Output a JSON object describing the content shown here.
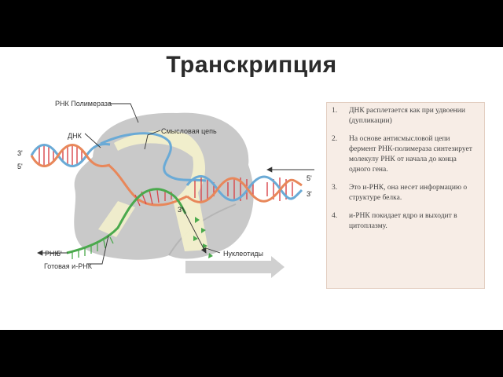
{
  "title": "Транскрипция",
  "labels": {
    "rna_polymerase": "РНК Полимераза",
    "dna": "ДНК",
    "sense_strand": "Смысловая цепь",
    "rna": "РНК",
    "ready_mrna": "Готовая и-РНК",
    "nucleotides": "Нуклеотиды",
    "left_top_end": "3'",
    "left_bottom_end": "5'",
    "right_top_end": "5'",
    "right_bottom_end": "3'",
    "rna_tail_end": "3'",
    "rna_start_end": "5'"
  },
  "steps": [
    {
      "number": "1.",
      "text": "ДНК расплетается как при удвоении (дупликации)"
    },
    {
      "number": "2.",
      "text": "На основе антисмысловой цепи фермент РНК-полимераза синтезирует молекулу РНК от начала до конца одного гена."
    },
    {
      "number": "3.",
      "text": "Это и-РНК, она несет информацию о структуре белка."
    },
    {
      "number": "4.",
      "text": "и-РНК покидает ядро и выходит в цитоплазму."
    }
  ],
  "colors": {
    "polymerase": "#c9c9c9",
    "dna_blue": "#6aaad6",
    "dna_orange": "#e8875a",
    "rungs": "#d8454a",
    "rna_green": "#4aa94c",
    "channel": "#f3f0cc",
    "panel_bg": "#f7ede6"
  }
}
